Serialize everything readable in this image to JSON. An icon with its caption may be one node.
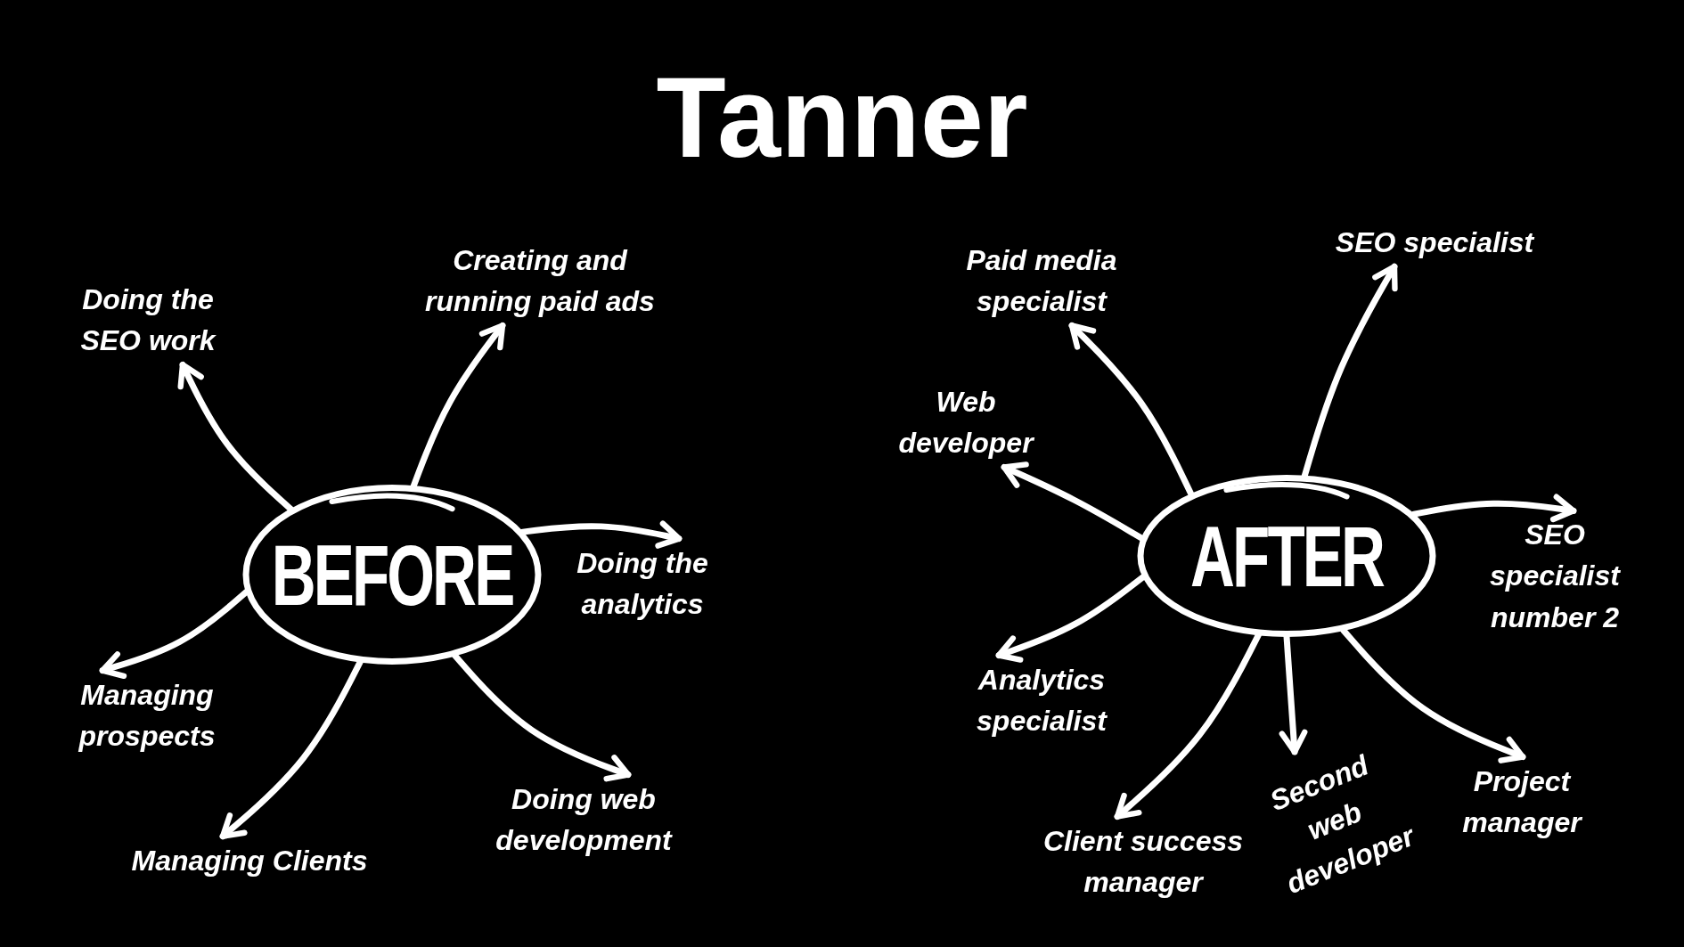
{
  "diagram": {
    "title": "Tanner",
    "nodes": [
      {
        "text": [
          "BEFORE"
        ]
      },
      {
        "text": [
          "AFTER"
        ]
      },
      {
        "text": [
          "Doing the SEO work"
        ]
      },
      {
        "text": [
          "Creating and running paid ads"
        ]
      },
      {
        "text": [
          "Doing the analytics"
        ]
      },
      {
        "text": [
          "Managing prospects"
        ]
      },
      {
        "text": [
          "Managing Clients"
        ]
      },
      {
        "text": [
          "Doing web development"
        ]
      },
      {
        "text": [
          "Paid media specialist"
        ]
      },
      {
        "text": [
          "SEO specialist"
        ]
      },
      {
        "text": [
          "Web developer"
        ]
      },
      {
        "text": [
          "SEO specialist number 2"
        ]
      },
      {
        "text": [
          "Analytics specialist"
        ]
      },
      {
        "text": [
          "Client success manager"
        ]
      },
      {
        "text": [
          "Second web developer"
        ]
      },
      {
        "text": [
          "Project manager"
        ]
      }
    ],
    "edges": [
      {
        "from": 0,
        "to": 2,
        "arrow": "to"
      },
      {
        "from": 0,
        "to": 3,
        "arrow": "to"
      },
      {
        "from": 0,
        "to": 4,
        "arrow": "to"
      },
      {
        "from": 0,
        "to": 5,
        "arrow": "to"
      },
      {
        "from": 0,
        "to": 6,
        "arrow": "to"
      },
      {
        "from": 0,
        "to": 7,
        "arrow": "to"
      },
      {
        "from": 1,
        "to": 8,
        "arrow": "to"
      },
      {
        "from": 1,
        "to": 9,
        "arrow": "to"
      },
      {
        "from": 1,
        "to": 10,
        "arrow": "to"
      },
      {
        "from": 1,
        "to": 11,
        "arrow": "to"
      },
      {
        "from": 1,
        "to": 12,
        "arrow": "to"
      },
      {
        "from": 1,
        "to": 13,
        "arrow": "to"
      },
      {
        "from": 1,
        "to": 14,
        "arrow": "to"
      },
      {
        "from": 1,
        "to": 15,
        "arrow": "to"
      }
    ]
  }
}
